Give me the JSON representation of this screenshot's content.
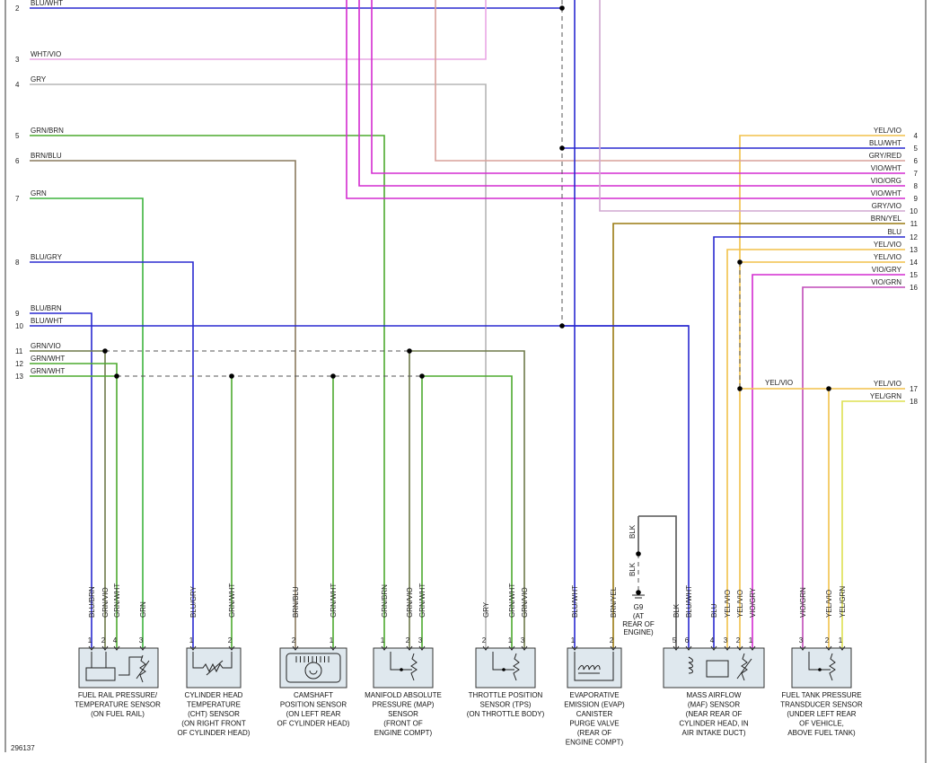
{
  "diagram_id": "296137",
  "left_wires": [
    {
      "pin": "2",
      "label": "BLU/WHT",
      "color": "#2a2ad0"
    },
    {
      "pin": "3",
      "label": "WHT/VIO",
      "color": "#e9a7e4"
    },
    {
      "pin": "4",
      "label": "GRY",
      "color": "#b5b5b5"
    },
    {
      "pin": "5",
      "label": "GRN/BRN",
      "color": "#4caa2e"
    },
    {
      "pin": "6",
      "label": "BRN/BLU",
      "color": "#8a7a5e"
    },
    {
      "pin": "7",
      "label": "GRN",
      "color": "#3db33d"
    },
    {
      "pin": "8",
      "label": "BLU/GRY",
      "color": "#2a2ad0"
    },
    {
      "pin": "9",
      "label": "BLU/BRN",
      "color": "#2a2ad0"
    },
    {
      "pin": "10",
      "label": "BLU/WHT",
      "color": "#2a2ad0"
    },
    {
      "pin": "11",
      "label": "GRN/VIO",
      "color": "#6e7a4a"
    },
    {
      "pin": "12",
      "label": "GRN/WHT",
      "color": "#4caa2e"
    },
    {
      "pin": "13",
      "label": "GRN/WHT",
      "color": "#4caa2e"
    }
  ],
  "right_wires": [
    {
      "pin": "4",
      "label": "YEL/VIO",
      "color": "#f2c14a"
    },
    {
      "pin": "5",
      "label": "BLU/WHT",
      "color": "#2a2ad0"
    },
    {
      "pin": "6",
      "label": "GRY/RED",
      "color": "#d9a09a"
    },
    {
      "pin": "7",
      "label": "VIO/WHT",
      "color": "#d42bd0"
    },
    {
      "pin": "8",
      "label": "VIO/ORG",
      "color": "#d42bd0"
    },
    {
      "pin": "9",
      "label": "VIO/WHT",
      "color": "#d42bd0"
    },
    {
      "pin": "10",
      "label": "GRY/VIO",
      "color": "#d0a8d0"
    },
    {
      "pin": "11",
      "label": "BRN/YEL",
      "color": "#9a7a10"
    },
    {
      "pin": "12",
      "label": "BLU",
      "color": "#2a2ad0"
    },
    {
      "pin": "13",
      "label": "YEL/VIO",
      "color": "#f2c14a"
    },
    {
      "pin": "14",
      "label": "YEL/VIO",
      "color": "#f2c14a"
    },
    {
      "pin": "15",
      "label": "VIO/GRY",
      "color": "#d42bd0"
    },
    {
      "pin": "16",
      "label": "VIO/GRN",
      "color": "#c04ab8"
    },
    {
      "pin": "17",
      "label": "YEL/VIO",
      "color": "#f2c14a"
    },
    {
      "pin": "18",
      "label": "YEL/GRN",
      "color": "#dde050"
    }
  ],
  "splice_label": "YEL/VIO",
  "ground": {
    "wire_label": "BLK",
    "name": "G9",
    "note_lines": [
      "(AT",
      "REAR OF",
      "ENGINE)"
    ]
  },
  "components": [
    {
      "id": "fuel-rail-sensor",
      "caption": [
        "FUEL RAIL PRESSURE/",
        "TEMPERATURE SENSOR",
        "(ON FUEL RAIL)"
      ],
      "pins": [
        {
          "num": "1",
          "label": "BLU/BRN",
          "color": "#2a2ad0"
        },
        {
          "num": "2",
          "label": "GRN/VIO",
          "color": "#6e7a4a"
        },
        {
          "num": "4",
          "label": "GRN/WHT",
          "color": "#4caa2e"
        },
        {
          "num": "3",
          "label": "GRN",
          "color": "#3db33d"
        }
      ]
    },
    {
      "id": "cht-sensor",
      "caption": [
        "CYLINDER HEAD",
        "TEMPERATURE",
        "(CHT) SENSOR",
        "(ON RIGHT FRONT",
        "OF CYLINDER HEAD)"
      ],
      "pins": [
        {
          "num": "1",
          "label": "BLU/GRY",
          "color": "#2a2ad0"
        },
        {
          "num": "2",
          "label": "GRN/WHT",
          "color": "#4caa2e"
        }
      ]
    },
    {
      "id": "cmp-sensor",
      "caption": [
        "CAMSHAFT",
        "POSITION SENSOR",
        "(ON LEFT REAR",
        "OF CYLINDER HEAD)"
      ],
      "pins": [
        {
          "num": "2",
          "label": "BRN/BLU",
          "color": "#8a7a5e"
        },
        {
          "num": "1",
          "label": "GRN/WHT",
          "color": "#4caa2e"
        }
      ]
    },
    {
      "id": "map-sensor",
      "caption": [
        "MANIFOLD ABSOLUTE",
        "PRESSURE (MAP)",
        "SENSOR",
        "(FRONT OF",
        "ENGINE COMPT)"
      ],
      "pins": [
        {
          "num": "1",
          "label": "GRN/BRN",
          "color": "#4caa2e"
        },
        {
          "num": "2",
          "label": "GRN/VIO",
          "color": "#6e7a4a"
        },
        {
          "num": "3",
          "label": "GRN/WHT",
          "color": "#4caa2e"
        }
      ]
    },
    {
      "id": "tps-sensor",
      "caption": [
        "THROTTLE POSITION",
        "SENSOR (TPS)",
        "(ON THROTTLE BODY)"
      ],
      "pins": [
        {
          "num": "2",
          "label": "GRY",
          "color": "#b5b5b5"
        },
        {
          "num": "1",
          "label": "GRN/WHT",
          "color": "#4caa2e"
        },
        {
          "num": "3",
          "label": "GRN/VIO",
          "color": "#6e7a4a"
        }
      ]
    },
    {
      "id": "evap-valve",
      "caption": [
        "EVAPORATIVE",
        "EMISSION (EVAP)",
        "CANISTER",
        "PURGE VALVE",
        "(REAR OF",
        "ENGINE COMPT)"
      ],
      "pins": [
        {
          "num": "1",
          "label": "BLU/WHT",
          "color": "#2a2ad0"
        },
        {
          "num": "2",
          "label": "BRN/YEL",
          "color": "#9a7a10"
        }
      ]
    },
    {
      "id": "maf-sensor",
      "caption": [
        "MASS AIRFLOW",
        "(MAF) SENSOR",
        "(NEAR REAR OF",
        "CYLINDER HEAD, IN",
        "AIR INTAKE DUCT)"
      ],
      "pins": [
        {
          "num": "5",
          "label": "BLK",
          "color": "#555555"
        },
        {
          "num": "6",
          "label": "BLU/WHT",
          "color": "#2a2ad0"
        },
        {
          "num": "4",
          "label": "BLU",
          "color": "#2a2ad0"
        },
        {
          "num": "3",
          "label": "YEL/VIO",
          "color": "#f2c14a"
        },
        {
          "num": "2",
          "label": "YEL/VIO",
          "color": "#f2c14a"
        },
        {
          "num": "1",
          "label": "VIO/GRY",
          "color": "#d42bd0"
        }
      ]
    },
    {
      "id": "ftp-sensor",
      "caption": [
        "FUEL TANK PRESSURE",
        "TRANSDUCER SENSOR",
        "(UNDER LEFT REAR",
        "OF VEHICLE,",
        "ABOVE FUEL TANK)"
      ],
      "pins": [
        {
          "num": "3",
          "label": "VIO/GRN",
          "color": "#c04ab8"
        },
        {
          "num": "2",
          "label": "YEL/VIO",
          "color": "#f2c14a"
        },
        {
          "num": "1",
          "label": "YEL/GRN",
          "color": "#dde050"
        }
      ]
    }
  ]
}
